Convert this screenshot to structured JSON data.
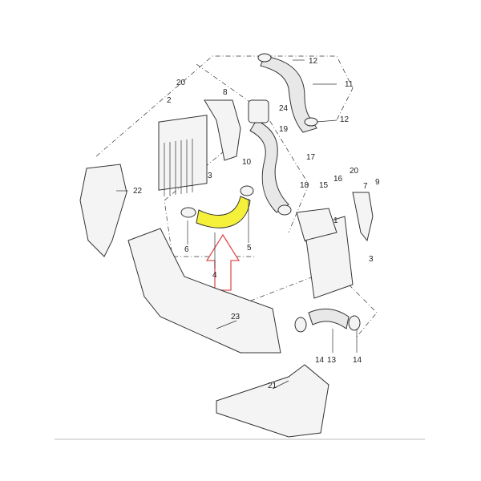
{
  "diagram": {
    "highlight_color": "#f5f03a",
    "arrow_color": "#e05050",
    "highlighted_part": "4",
    "part_labels": [
      "12",
      "11",
      "12",
      "20",
      "8",
      "2",
      "24",
      "19",
      "17",
      "3",
      "10",
      "22",
      "18",
      "16",
      "20",
      "15",
      "7",
      "9",
      "1",
      "3",
      "6",
      "5",
      "4",
      "23",
      "13",
      "14",
      "14",
      "21"
    ]
  }
}
